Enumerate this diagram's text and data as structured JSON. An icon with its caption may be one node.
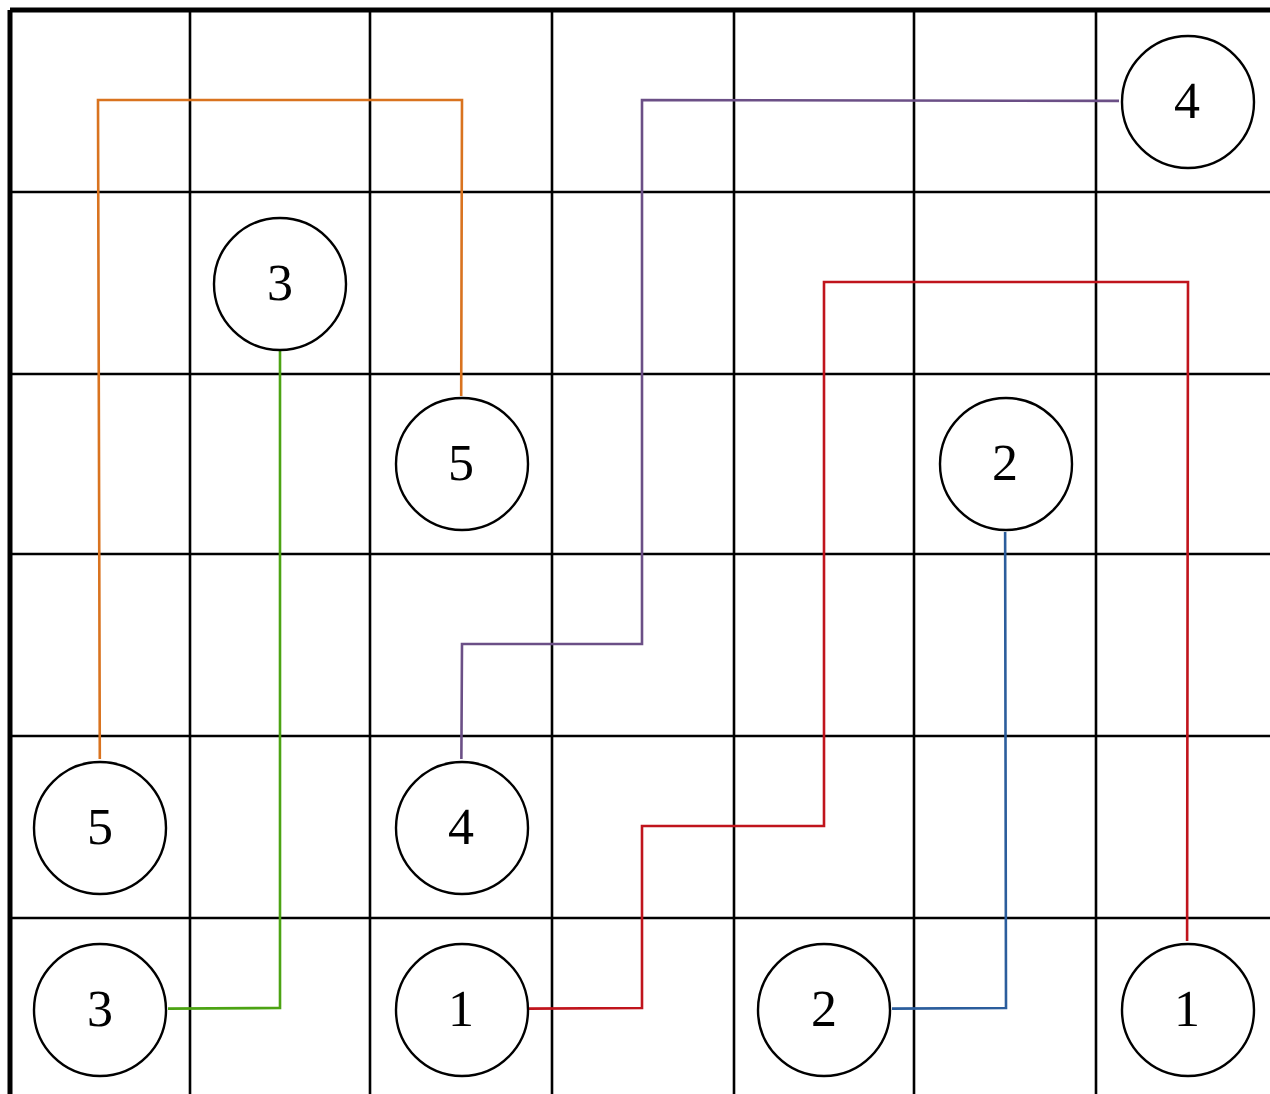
{
  "diagram": {
    "nodes": [
      {
        "text": [
          "4"
        ]
      },
      {
        "text": [
          "3"
        ]
      },
      {
        "text": [
          "5"
        ]
      },
      {
        "text": [
          "2"
        ]
      },
      {
        "text": [
          "5"
        ]
      },
      {
        "text": [
          "4"
        ]
      },
      {
        "text": [
          "3"
        ]
      },
      {
        "text": [
          "1"
        ]
      },
      {
        "text": [
          "2"
        ]
      },
      {
        "text": [
          "1"
        ]
      }
    ],
    "edges": [
      {
        "from": 2,
        "to": 4,
        "arrow": "none",
        "color": "#d9731f"
      },
      {
        "from": 1,
        "to": 6,
        "arrow": "none",
        "color": "#4ca313"
      },
      {
        "from": 0,
        "to": 5,
        "arrow": "none",
        "color": "#6b4f86"
      },
      {
        "from": 7,
        "to": 9,
        "arrow": "none",
        "color": "#c0141c"
      },
      {
        "from": 3,
        "to": 8,
        "arrow": "none",
        "color": "#2b5d9c"
      }
    ]
  }
}
